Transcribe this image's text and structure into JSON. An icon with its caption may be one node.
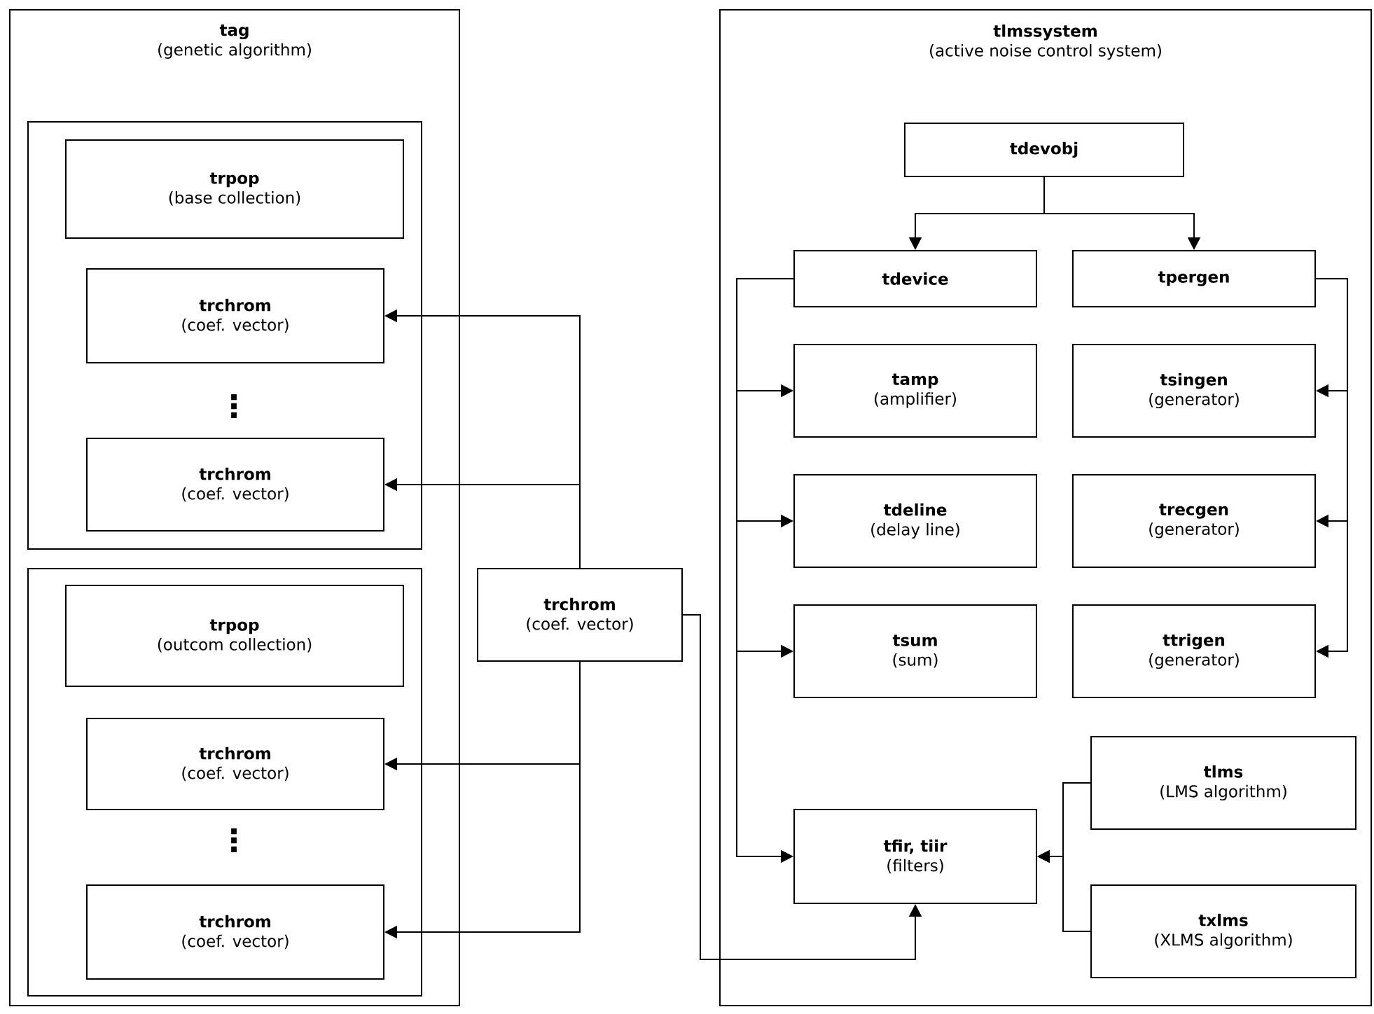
{
  "diagram": {
    "nodes": [
      {
        "text": [
          "tag",
          "(genetic algorithm)"
        ]
      },
      {
        "text": [],
        "shape": "box",
        "in": 0
      },
      {
        "text": [
          "trpop",
          "(base collection)"
        ],
        "in": 1
      },
      {
        "text": [
          "trchrom",
          "(coef. vector)"
        ],
        "in": 1
      },
      {
        "text": [
          "trchrom",
          "(coef. vector)"
        ],
        "in": 1
      },
      {
        "text": [],
        "shape": "box",
        "in": 0
      },
      {
        "text": [
          "trpop",
          "(outcom collection)"
        ],
        "in": 5
      },
      {
        "text": [
          "trchrom",
          "(coef. vector)"
        ],
        "in": 5
      },
      {
        "text": [
          "trchrom",
          "(coef. vector)"
        ],
        "in": 5
      },
      {
        "text": [
          "trchrom",
          "(coef. vector)"
        ]
      },
      {
        "text": [
          "tlmssystem",
          "(active noise control system)"
        ]
      },
      {
        "text": [
          "tdevobj"
        ],
        "in": 10
      },
      {
        "text": [
          "tdevice"
        ],
        "in": 10
      },
      {
        "text": [
          "tpergen"
        ],
        "in": 10
      },
      {
        "text": [
          "tamp",
          "(amplifier)"
        ],
        "in": 10
      },
      {
        "text": [
          "tsingen",
          "(generator)"
        ],
        "in": 10
      },
      {
        "text": [
          "tdeline",
          "(delay line)"
        ],
        "in": 10
      },
      {
        "text": [
          "trecgen",
          "(generator)"
        ],
        "in": 10
      },
      {
        "text": [
          "tsum",
          "(sum)"
        ],
        "in": 10
      },
      {
        "text": [
          "ttrigen",
          "(generator)"
        ],
        "in": 10
      },
      {
        "text": [
          "tlms",
          "(LMS algorithm)"
        ],
        "in": 10
      },
      {
        "text": [
          "tfir, tiir",
          "(filters)"
        ],
        "in": 10
      },
      {
        "text": [
          "txlms",
          "(XLMS algorithm)"
        ],
        "in": 10
      }
    ],
    "edges": [
      {
        "from": 9,
        "to": 3,
        "arrow": "to"
      },
      {
        "from": 9,
        "to": 4,
        "arrow": "to"
      },
      {
        "from": 9,
        "to": 7,
        "arrow": "to"
      },
      {
        "from": 9,
        "to": 8,
        "arrow": "to"
      },
      {
        "from": 9,
        "to": 21,
        "arrow": "to"
      },
      {
        "from": 11,
        "to": 12,
        "arrow": "to"
      },
      {
        "from": 11,
        "to": 13,
        "arrow": "to"
      },
      {
        "from": 12,
        "to": 14,
        "arrow": "to"
      },
      {
        "from": 12,
        "to": 16,
        "arrow": "to"
      },
      {
        "from": 12,
        "to": 18,
        "arrow": "to"
      },
      {
        "from": 12,
        "to": 21,
        "arrow": "to"
      },
      {
        "from": 13,
        "to": 15,
        "arrow": "to"
      },
      {
        "from": 13,
        "to": 17,
        "arrow": "to"
      },
      {
        "from": 13,
        "to": 19,
        "arrow": "to"
      },
      {
        "from": 20,
        "to": 21,
        "arrow": "to"
      },
      {
        "from": 22,
        "to": 21,
        "arrow": "to"
      }
    ],
    "labels": [
      "⋮",
      "⋮"
    ]
  }
}
